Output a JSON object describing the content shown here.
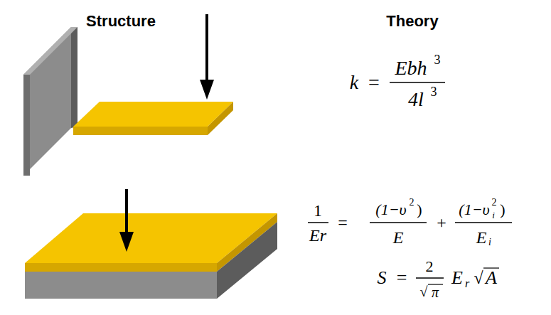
{
  "diagram": {
    "labels": [
      "Structure",
      "Theory",
      "k",
      "=",
      "Ebh",
      "3",
      "4l",
      "3",
      "1",
      "Er",
      "=",
      "(1−υ",
      "2",
      ")",
      "E",
      "+",
      "(1−υ",
      "i",
      "2",
      ")",
      "E",
      "i",
      "S",
      "=",
      "2",
      "√",
      "π",
      "E",
      "r",
      "√",
      "A"
    ]
  }
}
